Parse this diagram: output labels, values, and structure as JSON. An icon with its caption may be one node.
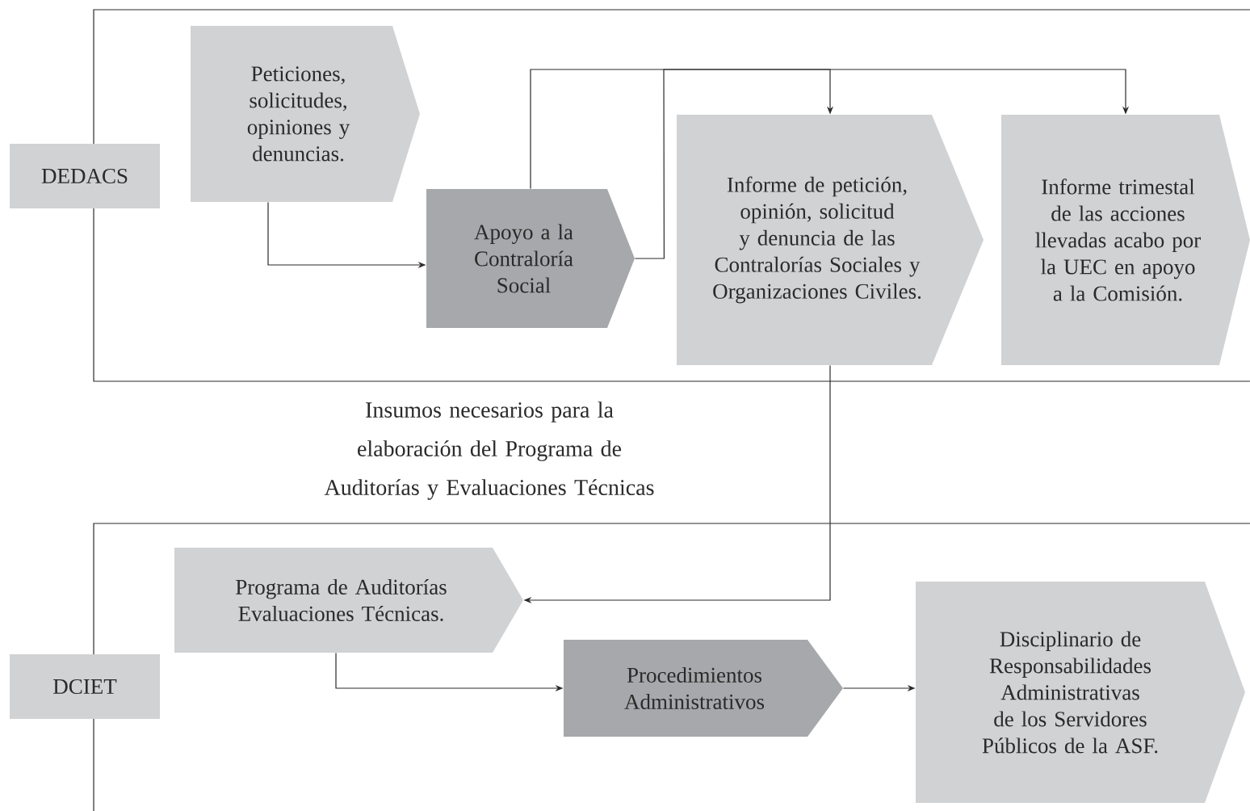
{
  "diagram": {
    "nodes": [
      {
        "text": [
          "DEDACS"
        ]
      },
      {
        "text": [
          "Peticiones, solicitudes, opiniones y denuncias."
        ]
      },
      {
        "text": [
          "Apoyo a la Contraloría Social"
        ]
      },
      {
        "text": [
          "Informe de petición, opinión, solicitud y denuncia de las Contralorías Sociales y Organizaciones Civiles."
        ]
      },
      {
        "text": [
          "Informe trimestal de las acciones llevadas acabo por la UEC en apoyo a la Comisión."
        ]
      },
      {
        "text": [
          "Programa de Auditorías Evaluaciones Técnicas."
        ]
      },
      {
        "text": [
          "DCIET"
        ]
      },
      {
        "text": [
          "Procedimientos Administrativos"
        ]
      },
      {
        "text": [
          "Disciplinario de Responsabilidades Administrativas de los Servidores Públicos de la ASF."
        ]
      }
    ],
    "edges": [
      {
        "from": 1,
        "to": 2,
        "arrow": "to"
      },
      {
        "from": 2,
        "to": 3,
        "arrow": "to"
      },
      {
        "from": 2,
        "to": 4,
        "arrow": "to"
      },
      {
        "from": 3,
        "to": 5,
        "arrow": "to"
      },
      {
        "from": 5,
        "to": 7,
        "arrow": "to"
      },
      {
        "from": 7,
        "to": 8,
        "arrow": "to"
      }
    ],
    "labels": [
      "Insumos necesarios para la elaboración del Programa de Auditorías y Evaluaciones Técnicas"
    ]
  }
}
